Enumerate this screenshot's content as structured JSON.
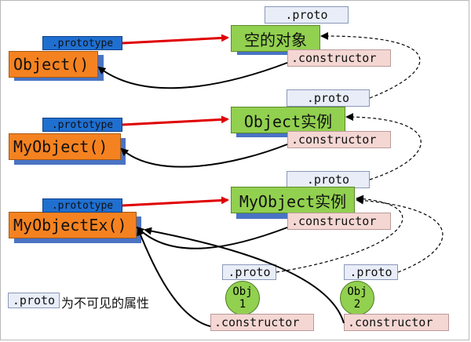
{
  "functions": {
    "object": "Object()",
    "myobject": "MyObject()",
    "myobjectex": "MyObjectEx()"
  },
  "prototype_label": ".prototype",
  "instances": {
    "empty": "空的对象",
    "object": "Object实例",
    "myobject": "MyObject实例"
  },
  "proto_label": ".proto",
  "constructor_label": ".constructor",
  "objects": {
    "obj1": {
      "name": "Obj",
      "index": "1"
    },
    "obj2": {
      "name": "Obj",
      "index": "2"
    }
  },
  "legend": {
    "sample": ".proto",
    "text": "为不可见的属性"
  },
  "colors": {
    "function_box": "#f58220",
    "prototype_label": "#1f6fd0",
    "instance_box": "#92d050",
    "constructor_box": "#f4d7d3",
    "proto_box": "#e8edf7",
    "shadow": "#4a73c4",
    "prototype_arrow": "#e00000"
  }
}
